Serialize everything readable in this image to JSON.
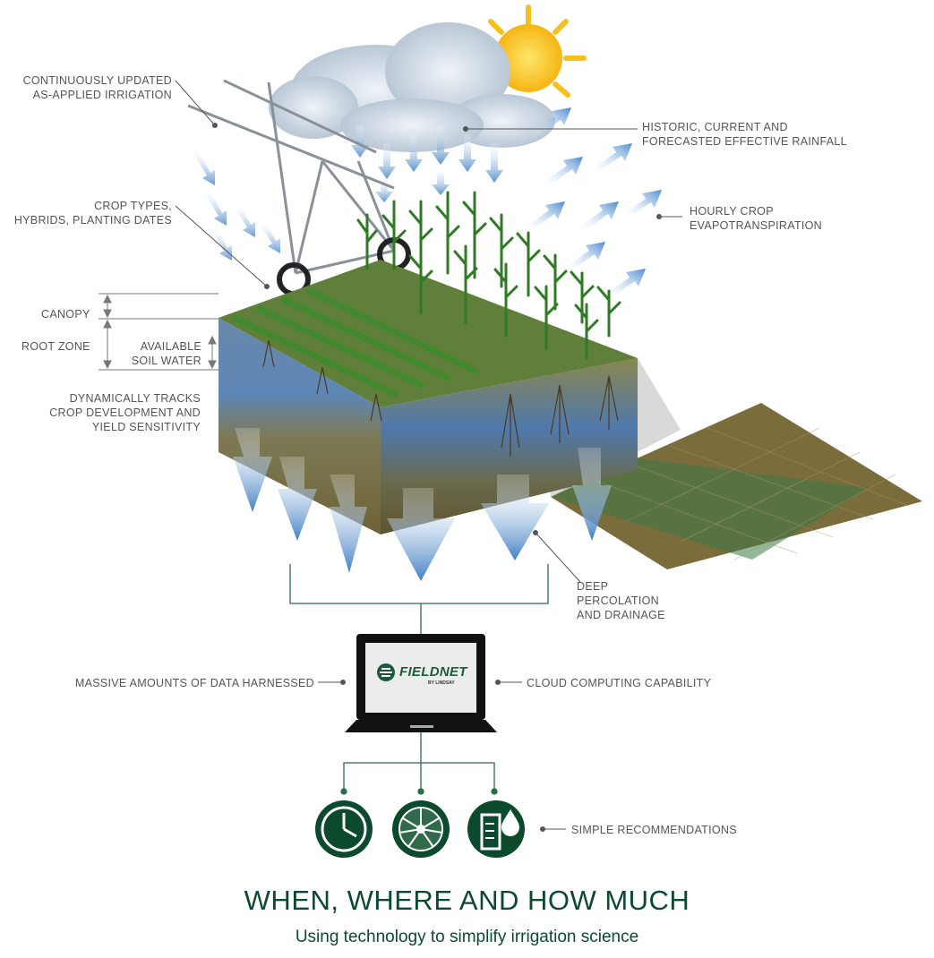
{
  "labels": {
    "as_applied": [
      "CONTINUOUSLY UPDATED",
      "AS-APPLIED IRRIGATION"
    ],
    "rainfall": [
      "HISTORIC, CURRENT AND",
      "FORECASTED EFFECTIVE RAINFALL"
    ],
    "crop_types": [
      "CROP TYPES,",
      "HYBRIDS, PLANTING DATES"
    ],
    "et": [
      "HOURLY CROP",
      "EVAPOTRANSPIRATION"
    ],
    "canopy": "CANOPY",
    "root_zone": "ROOT ZONE",
    "soil_water": [
      "AVAILABLE",
      "SOIL WATER"
    ],
    "tracks": [
      "DYNAMICALLY TRACKS",
      "CROP DEVELOPMENT AND",
      "YIELD SENSITIVITY"
    ],
    "percolation": [
      "DEEP",
      "PERCOLATION",
      "AND DRAINAGE"
    ],
    "data": "MASSIVE AMOUNTS OF DATA HARNESSED",
    "cloud": "CLOUD COMPUTING CAPABILITY",
    "recommendations": "SIMPLE RECOMMENDATIONS"
  },
  "logo": {
    "name": "FIELDNET",
    "tagline": "BY LINDSAY"
  },
  "title": "WHEN, WHERE AND HOW MUCH",
  "subtitle": "Using technology to simplify irrigation science",
  "icons": [
    "clock-icon",
    "pie-wheel-icon",
    "gauge-drop-icon"
  ],
  "colors": {
    "brand_green": "#0b4a2c",
    "water_blue": "#5b9bd5",
    "soil": "#7a6a3a",
    "sun": "#f7c51e"
  }
}
